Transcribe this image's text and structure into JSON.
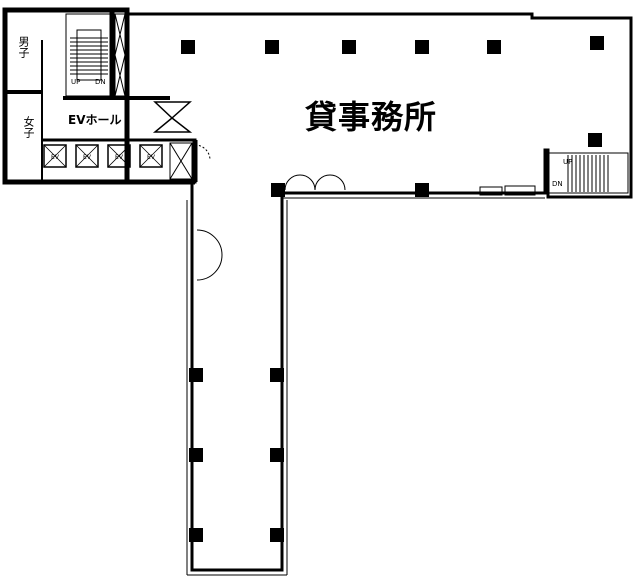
{
  "labels": {
    "office": "貸事務所",
    "ev_hall": "EVホール",
    "mens_restroom": "男子",
    "womens_restroom": "女子",
    "stair_core_up": "UP",
    "stair_core_down": "DN",
    "stair_east_up": "UP",
    "stair_east_down": "DN",
    "elevator": "EV"
  },
  "colors": {
    "wall": "#000000",
    "background": "#ffffff"
  }
}
